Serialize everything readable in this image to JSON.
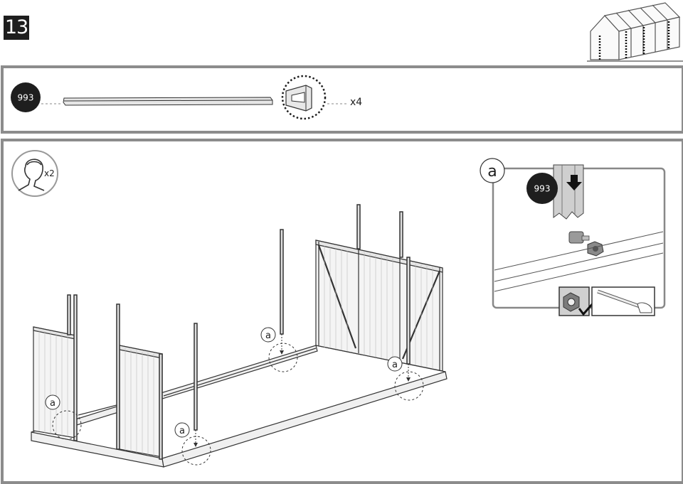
{
  "header": {
    "step_number": "13"
  },
  "parts": {
    "part_id": "993",
    "quantity": "x4"
  },
  "people": {
    "count": "x2"
  },
  "detail": {
    "callout_letter": "a",
    "part_id": "993"
  },
  "callouts": {
    "letter": "a"
  },
  "colors": {
    "dark": "#1e1e1e",
    "frame_grey": "#8c8c8c",
    "panel_fill": "#f4f4f4",
    "line": "#333333"
  }
}
